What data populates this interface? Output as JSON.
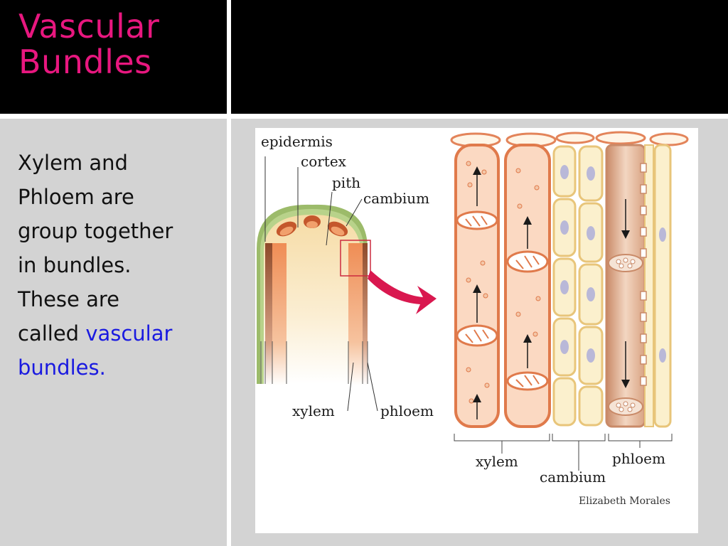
{
  "slide": {
    "title_line1": "Vascular",
    "title_line2": "Bundles",
    "body_line1": "Xylem and",
    "body_line2": "Phloem are",
    "body_line3": "group together",
    "body_line4": "in bundles.",
    "body_line5": "These are",
    "body_line6_prefix": "called ",
    "body_line6_highlight": "vascular",
    "body_line7_highlight": "bundles."
  },
  "diagram": {
    "labels": {
      "epidermis": "epidermis",
      "cortex": "cortex",
      "pith": "pith",
      "cambium_left": "cambium",
      "xylem_left": "xylem",
      "phloem_left": "phloem",
      "xylem_right": "xylem",
      "cambium_right": "cambium",
      "phloem_right": "phloem"
    },
    "credit": "Elizabeth Morales"
  },
  "colors": {
    "title": "#e8177f",
    "highlight": "#1a1ae0",
    "panel": "#d3d3d3",
    "xylem": "#ef9a6b",
    "phloem": "#d9a383",
    "cambium": "#f7e3a6",
    "arrow": "#d9184f"
  }
}
